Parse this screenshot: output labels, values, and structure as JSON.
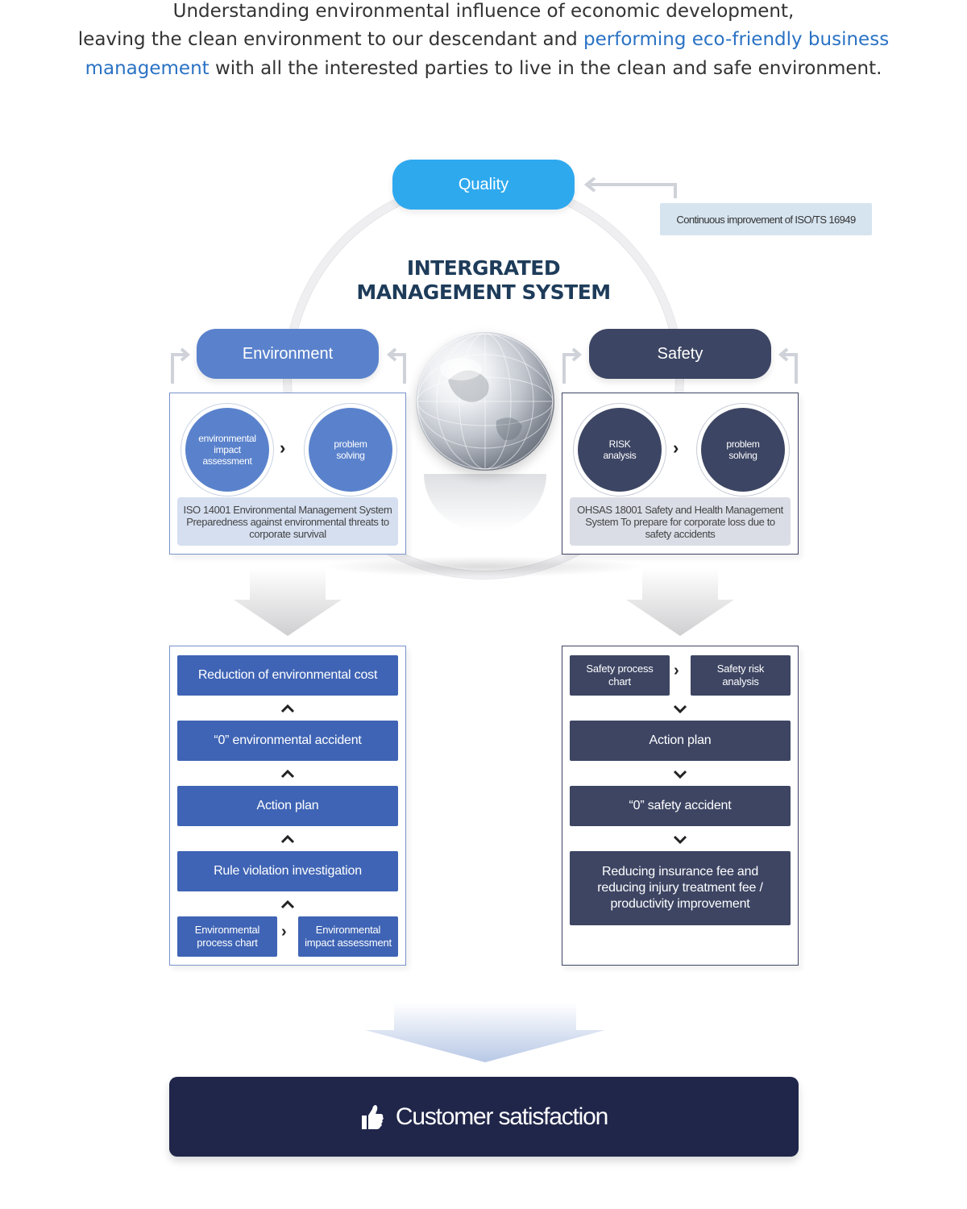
{
  "intro": {
    "line1": "Understanding environmental influence of economic development,",
    "line2_a": "leaving the clean environment to our descendant and ",
    "line2_hl": "performing eco-friendly business",
    "line3_hl": "management",
    "line3_b": " with all the interested parties to live in the clean and safe environment."
  },
  "diagram": {
    "title_line1": "INTERGRATED",
    "title_line2": "MANAGEMENT SYSTEM",
    "quality_label": "Quality",
    "quality_note": "Continuous improvement of ISO/TS 16949",
    "environment_label": "Environment",
    "safety_label": "Safety"
  },
  "environment": {
    "circle1": "environmental impact assessment",
    "circle2": "problem solving",
    "note": "ISO 14001 Environmental Management System Preparedness against environmental threats to corporate survival",
    "steps": [
      "Reduction of environmental cost",
      "“0” environmental accident",
      "Action plan",
      "Rule violation investigation"
    ],
    "bottom_left": "Environmental process chart",
    "bottom_right": "Environmental impact assessment"
  },
  "safety": {
    "circle1": "RISK analysis",
    "circle2": "problem solving",
    "note": "OHSAS 18001 Safety and Health Management System To prepare for corporate loss due to safety accidents",
    "top_left": "Safety process chart",
    "top_right": "Safety risk analysis",
    "steps": [
      "Action plan",
      "“0” safety accident",
      "Reducing insurance fee and reducing injury treatment fee / productivity improvement"
    ]
  },
  "result": {
    "label": "Customer satisfaction",
    "icon": "thumbs-up-icon"
  },
  "colors": {
    "quality": "#2fa9ee",
    "environment": "#5a82cc",
    "environment_dark": "#3f64b5",
    "safety": "#3c4563",
    "result": "#20264a",
    "highlight_text": "#2a72c4"
  }
}
